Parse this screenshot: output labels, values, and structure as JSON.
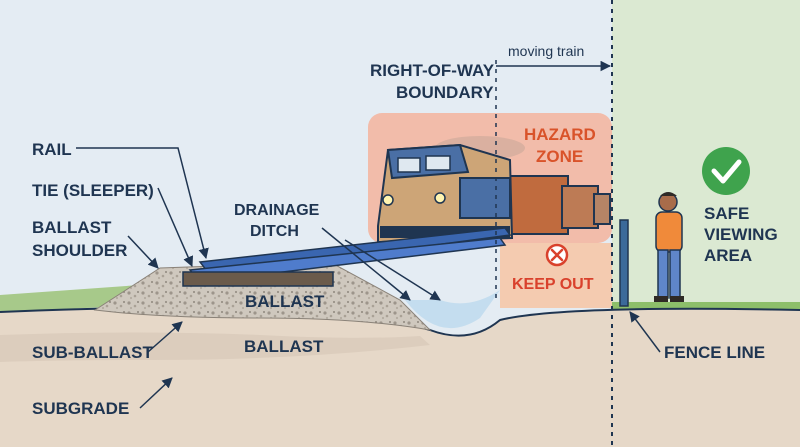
{
  "labels": {
    "rail": "RAIL",
    "tie": "TIE (SLEEPER)",
    "ballast_shoulder_1": "BALLAST",
    "ballast_shoulder_2": "SHOULDER",
    "drainage_1": "DRAINAGE",
    "drainage_2": "DITCH",
    "ballast_upper": "BALLAST",
    "ballast_lower": "BALLAST",
    "sub_ballast": "SUB-BALLAST",
    "subgrade": "SUBGRADE",
    "row_1": "RIGHT-OF-WAY",
    "row_2": "BOUNDARY",
    "moving_train": "moving train",
    "hazard_1": "HAZARD",
    "hazard_2": "ZONE",
    "keep_out": "KEEP OUT",
    "safe_1": "SAFE",
    "safe_2": "VIEWING",
    "safe_3": "AREA",
    "fence_line": "FENCE LINE"
  },
  "icons": {
    "keep_out": "x-circle-icon",
    "safe": "check-circle-icon"
  },
  "colors": {
    "sky": "#e4ecf3",
    "safe_area": "#dbe9d2",
    "hazard": "#f4b49c",
    "keep_out_zone": "#f5c8a8",
    "label_text": "#1f3551",
    "hazard_text": "#d9532a",
    "safe_text": "#1f3551",
    "safe_icon": "#3fa34d",
    "keep_out_icon": "#d9412c",
    "rail_blue": "#3a66b0",
    "ground": "#e6d8c8",
    "ballast": "#c9c3ba",
    "grass": "#8dbf6a"
  }
}
